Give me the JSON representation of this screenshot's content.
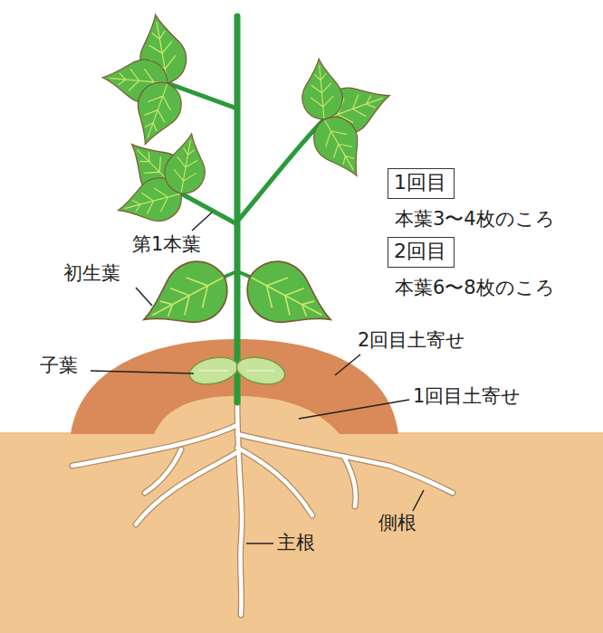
{
  "diagram": {
    "nodes": [
      {
        "text": [
          "1回目"
        ]
      },
      {
        "text": [
          "2回目"
        ]
      }
    ],
    "labels": [
      "本葉3〜4枚のころ",
      "本葉6〜8枚のころ",
      "第1本葉",
      "初生葉",
      "子葉",
      "2回目土寄せ",
      "1回目土寄せ",
      "側根",
      "主根"
    ]
  }
}
